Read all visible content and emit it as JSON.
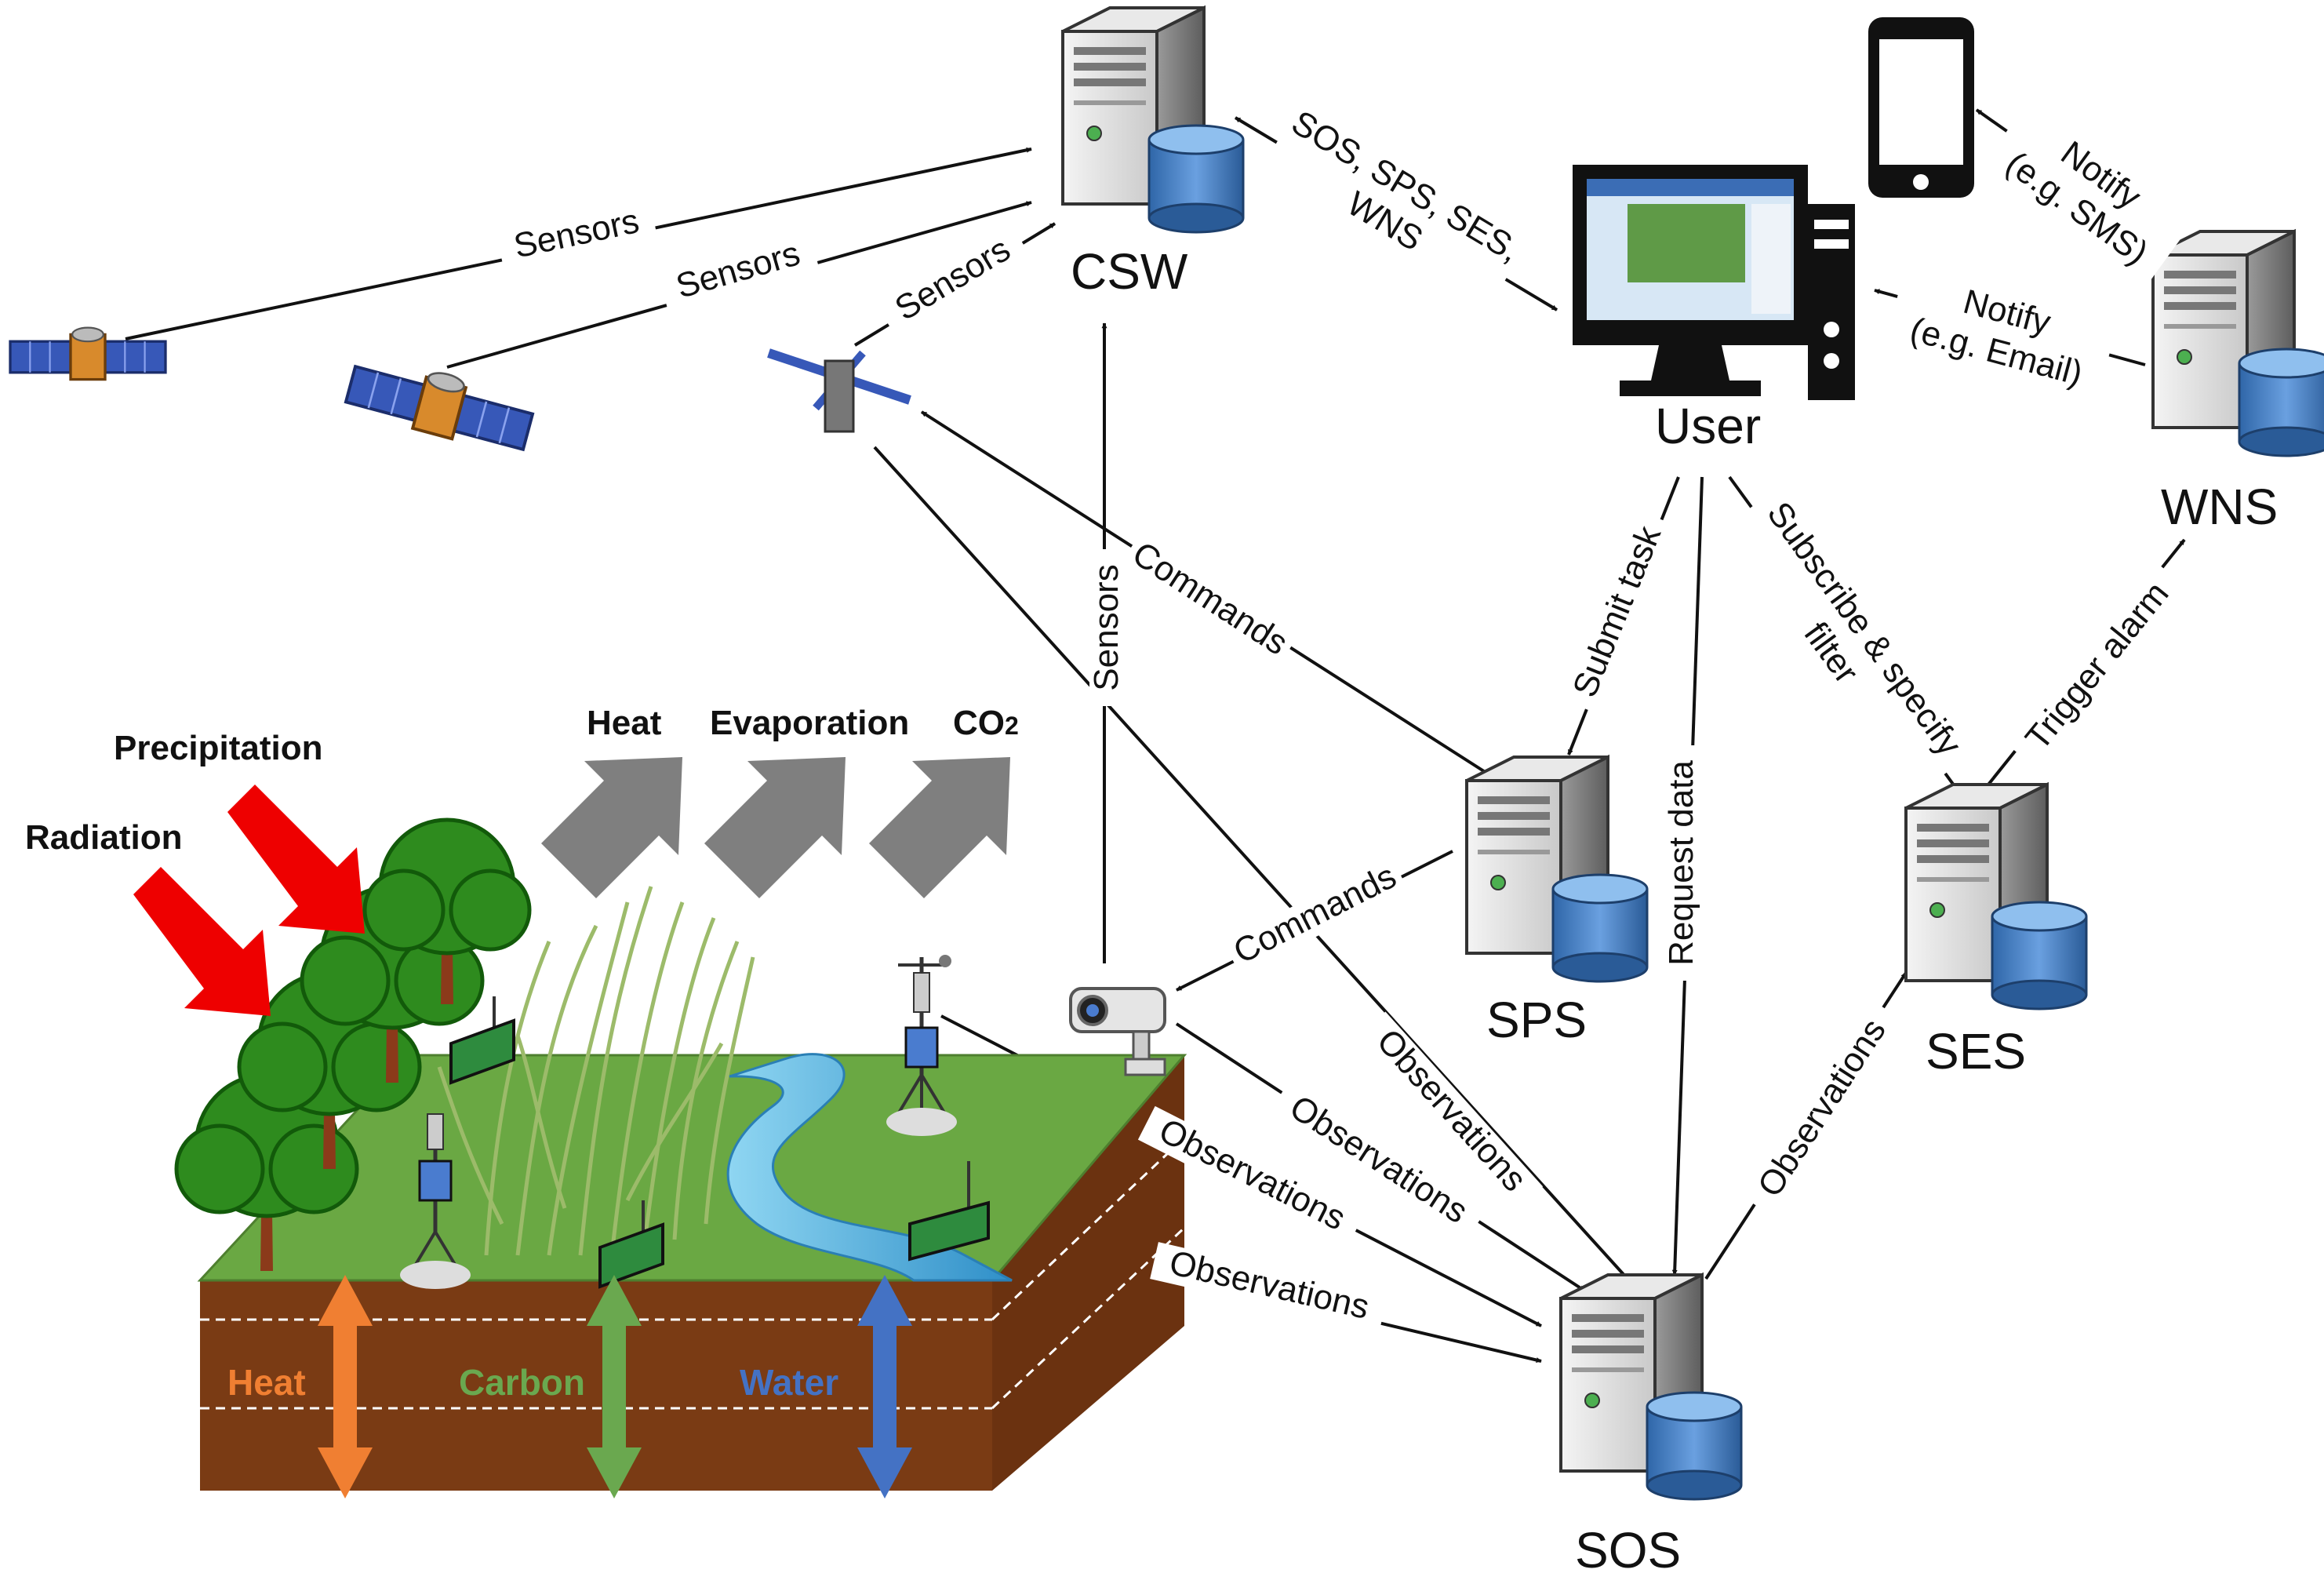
{
  "nodes": {
    "csw": "CSW",
    "user": "User",
    "wns": "WNS",
    "sps": "SPS",
    "ses": "SES",
    "sos": "SOS"
  },
  "edges": {
    "sensors_1": "Sensors",
    "sensors_2": "Sensors",
    "sensors_3": "Sensors",
    "sensors_vertical": "Sensors",
    "csw_user_line1": "SOS, SPS, SES,",
    "csw_user_line2": "WNS",
    "notify_sms_line1": "Notify",
    "notify_sms_line2": "(e.g. SMS)",
    "notify_email_line1": "Notify",
    "notify_email_line2": "(e.g. Email)",
    "commands_satellite": "Commands",
    "commands_camera": "Commands",
    "submit_task": "Submit task",
    "request_data": "Request data",
    "subscribe_line1": "Subscribe & specify",
    "subscribe_line2": "filter",
    "trigger_alarm": "Trigger alarm",
    "observations_satellite": "Observations",
    "observations_camera": "Observations",
    "observations_station": "Observations",
    "observations_logger": "Observations",
    "observations_ses": "Observations"
  },
  "landscape": {
    "radiation": "Radiation",
    "precipitation": "Precipitation",
    "heat_up": "Heat",
    "evaporation": "Evaporation",
    "co2": "CO",
    "co2_sub": "2",
    "soil_heat": "Heat",
    "soil_carbon": "Carbon",
    "soil_water": "Water"
  },
  "icons": {
    "server": "server-database-icon",
    "computer": "desktop-computer-icon",
    "phone": "smartphone-icon",
    "satellite": "satellite-icon",
    "camera": "surveillance-camera-icon",
    "weather_station": "weather-station-icon",
    "logger": "sensor-logger-icon"
  },
  "colors": {
    "radiation_arrow": "#ee0000",
    "flux_arrow": "#7f7f7f",
    "soil_heat": "#f07f32",
    "soil_carbon": "#6aa84f",
    "soil_water": "#4472c4",
    "soil": "#7a3b14",
    "grass": "#6aa843",
    "river": "#3aa6d8"
  }
}
